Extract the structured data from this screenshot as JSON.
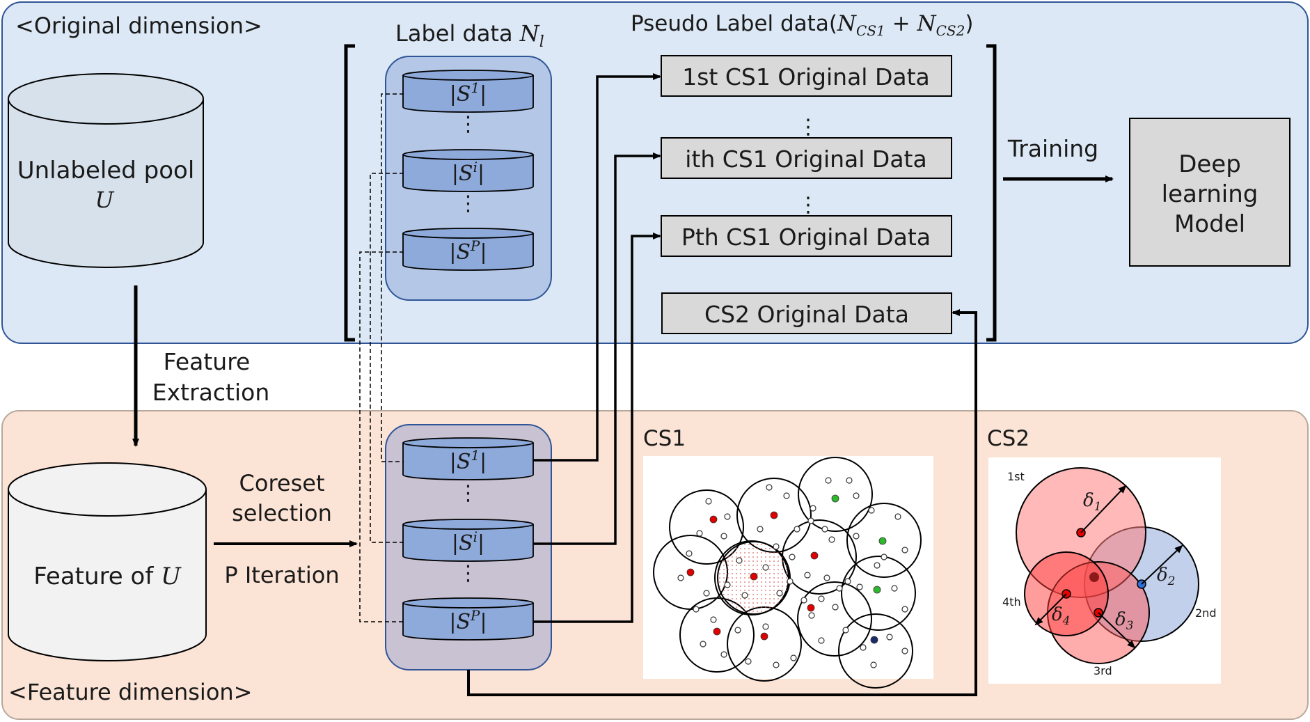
{
  "regions": {
    "original_label": "<Original dimension>",
    "feature_label": "<Feature dimension>"
  },
  "unlabeled_pool": {
    "line1": "Unlabeled pool",
    "line2": "U"
  },
  "feature_pool": {
    "text": "Feature of ",
    "var": "U"
  },
  "feature_extraction": {
    "line1": "Feature",
    "line2": "Extraction"
  },
  "coreset": {
    "line1": "Coreset",
    "line2": "selection",
    "line3": "P Iteration"
  },
  "label_data": {
    "text": "Label data ",
    "var": "N",
    "sub": "l"
  },
  "pseudo_label": {
    "text": "Pseudo Label data(",
    "n1": "N",
    "s1": "CS1",
    "plus": " + ",
    "n2": "N",
    "s2": "CS2",
    "close": ")"
  },
  "subsets": [
    {
      "base": "|S",
      "sup": "1",
      "end": "|"
    },
    {
      "base": "|S",
      "sup": "i",
      "end": "|"
    },
    {
      "base": "|S",
      "sup": "P",
      "end": "|"
    }
  ],
  "vdots": "⋮",
  "cs1_boxes": [
    "1st CS1 Original Data",
    "ith CS1 Original Data",
    "Pth CS1 Original Data"
  ],
  "cs2_box": "CS2 Original Data",
  "training_label": "Training",
  "model": {
    "line1": "Deep",
    "line2": "learning",
    "line3": "Model"
  },
  "cs1_title": "CS1",
  "cs2_title": "CS2",
  "cs2_orders": {
    "first": "1st",
    "second": "2nd",
    "third": "3rd",
    "fourth": "4th"
  },
  "deltas": [
    {
      "sym": "δ",
      "sub": "1"
    },
    {
      "sym": "δ",
      "sub": "2"
    },
    {
      "sym": "δ",
      "sub": "3"
    },
    {
      "sym": "δ",
      "sub": "4"
    }
  ],
  "colors": {
    "top_panel": "#dce8f5",
    "top_border": "#2f5597",
    "bottom_panel": "#fbe3d5",
    "bottom_border": "#b8a89c",
    "label_group": "#b4c7e7",
    "feature_group": "#c9c2d3",
    "disk": "#8eaadb",
    "gray_box": "#d9d9d9",
    "cs2_red": "#ff6b6b",
    "cs2_blue": "#8faadc"
  }
}
